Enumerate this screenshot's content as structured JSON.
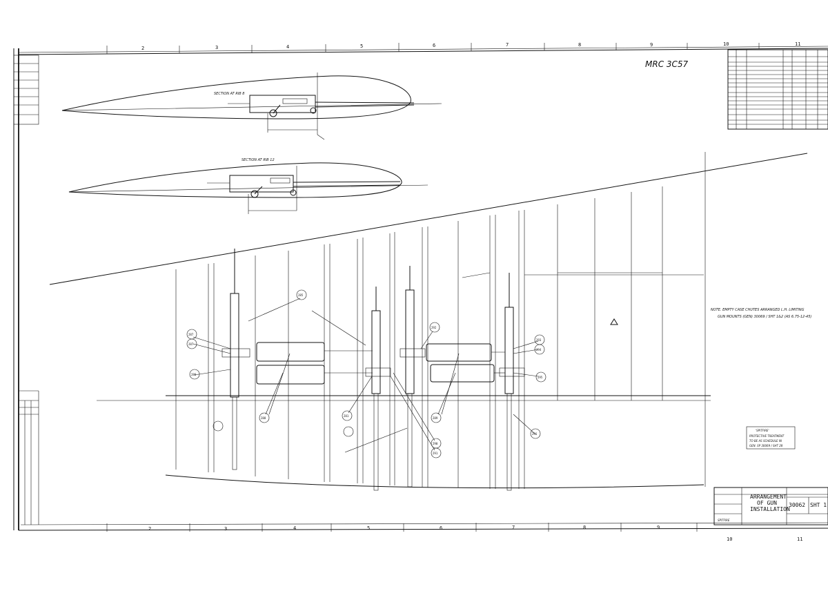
{
  "drawing": {
    "grid_top": [
      "2",
      "3",
      "4",
      "5",
      "6",
      "7",
      "8",
      "9",
      "10",
      "11"
    ],
    "grid_bottom": [
      "2",
      "3",
      "4",
      "5",
      "6",
      "7",
      "8",
      "9",
      "10",
      "11"
    ],
    "stamp": "MRC 3C57",
    "sections": {
      "upper": "SECTION AT RIB 8",
      "lower": "SECTION AT RIB 12"
    },
    "note_main": "NOTE. EMPTY CASE CHUTES ARRANGED L.H. LIMITING",
    "note_sub": "GUN MOUNTS (GEN) 30069 / SHT 1&2 (AS 6.75-12-45)",
    "title_block": {
      "title_line1": "ARRANGEMENT",
      "title_line2": "OF GUN",
      "title_line3": "INSTALLATION",
      "drawing_no": "30062",
      "sheet": "SHT 1",
      "project": "SPITFIRE"
    },
    "spitfire_note": {
      "line1": "'SPITFIRE'",
      "line2": "PROTECTIVE TREATMENT",
      "line3": "TO BE AS SCHEDULE IN",
      "line4": "GEN. SP 30069 / SHT 28"
    },
    "callouts": [
      "287",
      "287",
      "286",
      "285",
      "288",
      "281",
      "289",
      "290",
      "291",
      "292",
      "293",
      "294",
      "295",
      "296"
    ]
  }
}
